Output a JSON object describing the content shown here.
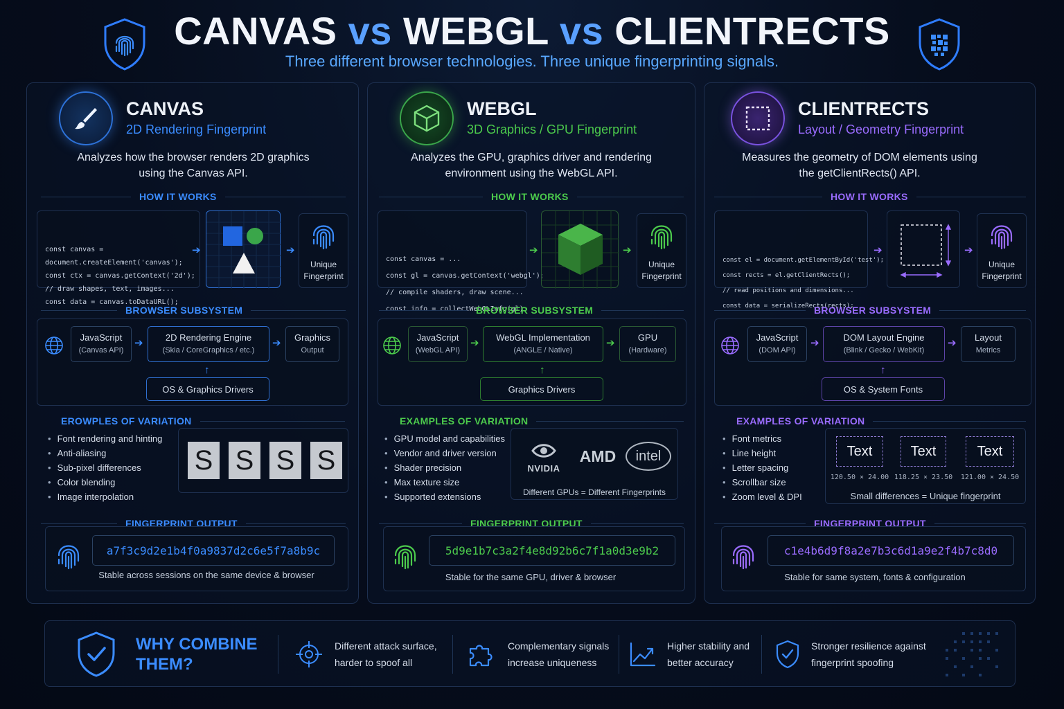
{
  "header": {
    "title_parts": [
      "CANVAS",
      "vs",
      "WEBGL",
      "vs",
      "CLIENTRECTS"
    ],
    "subtitle": "Three different browser technologies. Three unique fingerprinting signals."
  },
  "colors": {
    "canvas": "#3b8cff",
    "webgl": "#4ccb4c",
    "clientrects": "#9a6cff",
    "background": "#060d1c"
  },
  "panels": [
    {
      "name": "CANVAS",
      "subtitle": "2D Rendering Fingerprint",
      "icon": "paintbrush-icon",
      "description": [
        "Analyzes how the browser renders 2D graphics",
        "using the Canvas API."
      ],
      "how_heading": "HOW IT WORKS",
      "code": [
        "const canvas =",
        "document.createElement('canvas');",
        "const ctx = canvas.getContext('2d');",
        "// draw shapes, text, images...",
        "const data = canvas.toDataURL();"
      ],
      "result_label": [
        "Unique",
        "Fingerprint"
      ],
      "subsystem_heading": "BROWSER SUBSYSTEM",
      "subsystem": {
        "n1": [
          "JavaScript",
          "(Canvas API)"
        ],
        "n2": [
          "2D Rendering Engine",
          "(Skia / CoreGraphics / etc.)"
        ],
        "n3": [
          "Graphics",
          "Output"
        ],
        "n4": "OS & Graphics Drivers"
      },
      "variation_heading": "EROWPLES OF VARIATION",
      "variation": [
        "Font rendering and hinting",
        "Anti-aliasing",
        "Sub-pixel differences",
        "Color blending",
        "Image interpolation"
      ],
      "glyph_samples": [
        "S",
        "S",
        "S",
        "S"
      ],
      "output_heading": "FINGERPRINT OUTPUT",
      "hash": "a7f3c9d2e1b4f0a9837d2c6e5f7a8b9c",
      "output_note": "Stable across sessions on the same device & browser"
    },
    {
      "name": "WEBGL",
      "subtitle": "3D Graphics / GPU Fingerprint",
      "icon": "cube-icon",
      "description": [
        "Analyzes the GPU, graphics driver and rendering",
        "environment using the WebGL API."
      ],
      "how_heading": "HOW IT WORKS",
      "code": [
        "const canvas = ...",
        "const gl = canvas.getContext('webgl');",
        "// compile shaders, draw scene...",
        "const info = collectWebGLInfo(gl);"
      ],
      "result_label": [
        "Unique",
        "Fingerprint"
      ],
      "subsystem_heading": "BROWSER SUBSYSTEM",
      "subsystem": {
        "n1": [
          "JavaScript",
          "(WebGL API)"
        ],
        "n2": [
          "WebGL Implementation",
          "(ANGLE / Native)"
        ],
        "n3": [
          "GPU",
          "(Hardware)"
        ],
        "n4": "Graphics Drivers"
      },
      "variation_heading": "EXAMPLES OF VARIATION",
      "variation": [
        "GPU model and capabilities",
        "Vendor and driver version",
        "Shader precision",
        "Max texture size",
        "Supported extensions"
      ],
      "vendors": [
        "NVIDIA",
        "AMD",
        "intel"
      ],
      "vendor_note": "Different GPUs = Different Fingerprints",
      "output_heading": "FINGERPRINT OUTPUT",
      "hash": "5d9e1b7c3a2f4e8d92b6c7f1a0d3e9b2",
      "output_note": "Stable for the same GPU, driver & browser"
    },
    {
      "name": "CLIENTRECTS",
      "subtitle": "Layout / Geometry Fingerprint",
      "icon": "dashed-rect-icon",
      "description": [
        "Measures the geometry of DOM elements using",
        "the getClientRects() API."
      ],
      "how_heading": "HOW IT WORKS",
      "code": [
        "const el = document.getElementById('test');",
        "const rects = el.getClientRects();",
        "// read positions and dimensions...",
        "const data = serializeRects(rects);"
      ],
      "result_label": [
        "Unique",
        "Fingerprint"
      ],
      "subsystem_heading": "BROWSER SUBSYSTEM",
      "subsystem": {
        "n1": [
          "JavaScript",
          "(DOM API)"
        ],
        "n2": [
          "DOM Layout Engine",
          "(Blink / Gecko / WebKit)"
        ],
        "n3": [
          "Layout",
          "Metrics"
        ],
        "n4": "OS & System Fonts"
      },
      "variation_heading": "EXAMPLES OF VARIATION",
      "variation": [
        "Font metrics",
        "Line height",
        "Letter spacing",
        "Scrollbar size",
        "Zoom level & DPI"
      ],
      "text_samples": [
        {
          "word": "Text",
          "dims": "120.50 × 24.00"
        },
        {
          "word": "Text",
          "dims": "118.25 × 23.50"
        },
        {
          "word": "Text",
          "dims": "121.00 × 24.50"
        }
      ],
      "samples_note": "Small differences = Unique fingerprint",
      "output_heading": "FINGERPRINT OUTPUT",
      "hash": "c1e4b6d9f8a2e7b3c6d1a9e2f4b7c8d0",
      "output_note": "Stable for same system, fonts & configuration"
    }
  ],
  "bottom": {
    "heading": [
      "WHY COMBINE",
      "THEM?"
    ],
    "items": [
      {
        "icon": "crosshair-icon",
        "text": [
          "Different attack surface,",
          "harder to spoof all"
        ]
      },
      {
        "icon": "puzzle-icon",
        "text": [
          "Complementary signals",
          "increase uniqueness"
        ]
      },
      {
        "icon": "trend-chart-icon",
        "text": [
          "Higher stability and",
          "better accuracy"
        ]
      },
      {
        "icon": "shield-check-icon",
        "text": [
          "Stronger resilience against",
          "fingerprint spoofing"
        ]
      }
    ]
  }
}
